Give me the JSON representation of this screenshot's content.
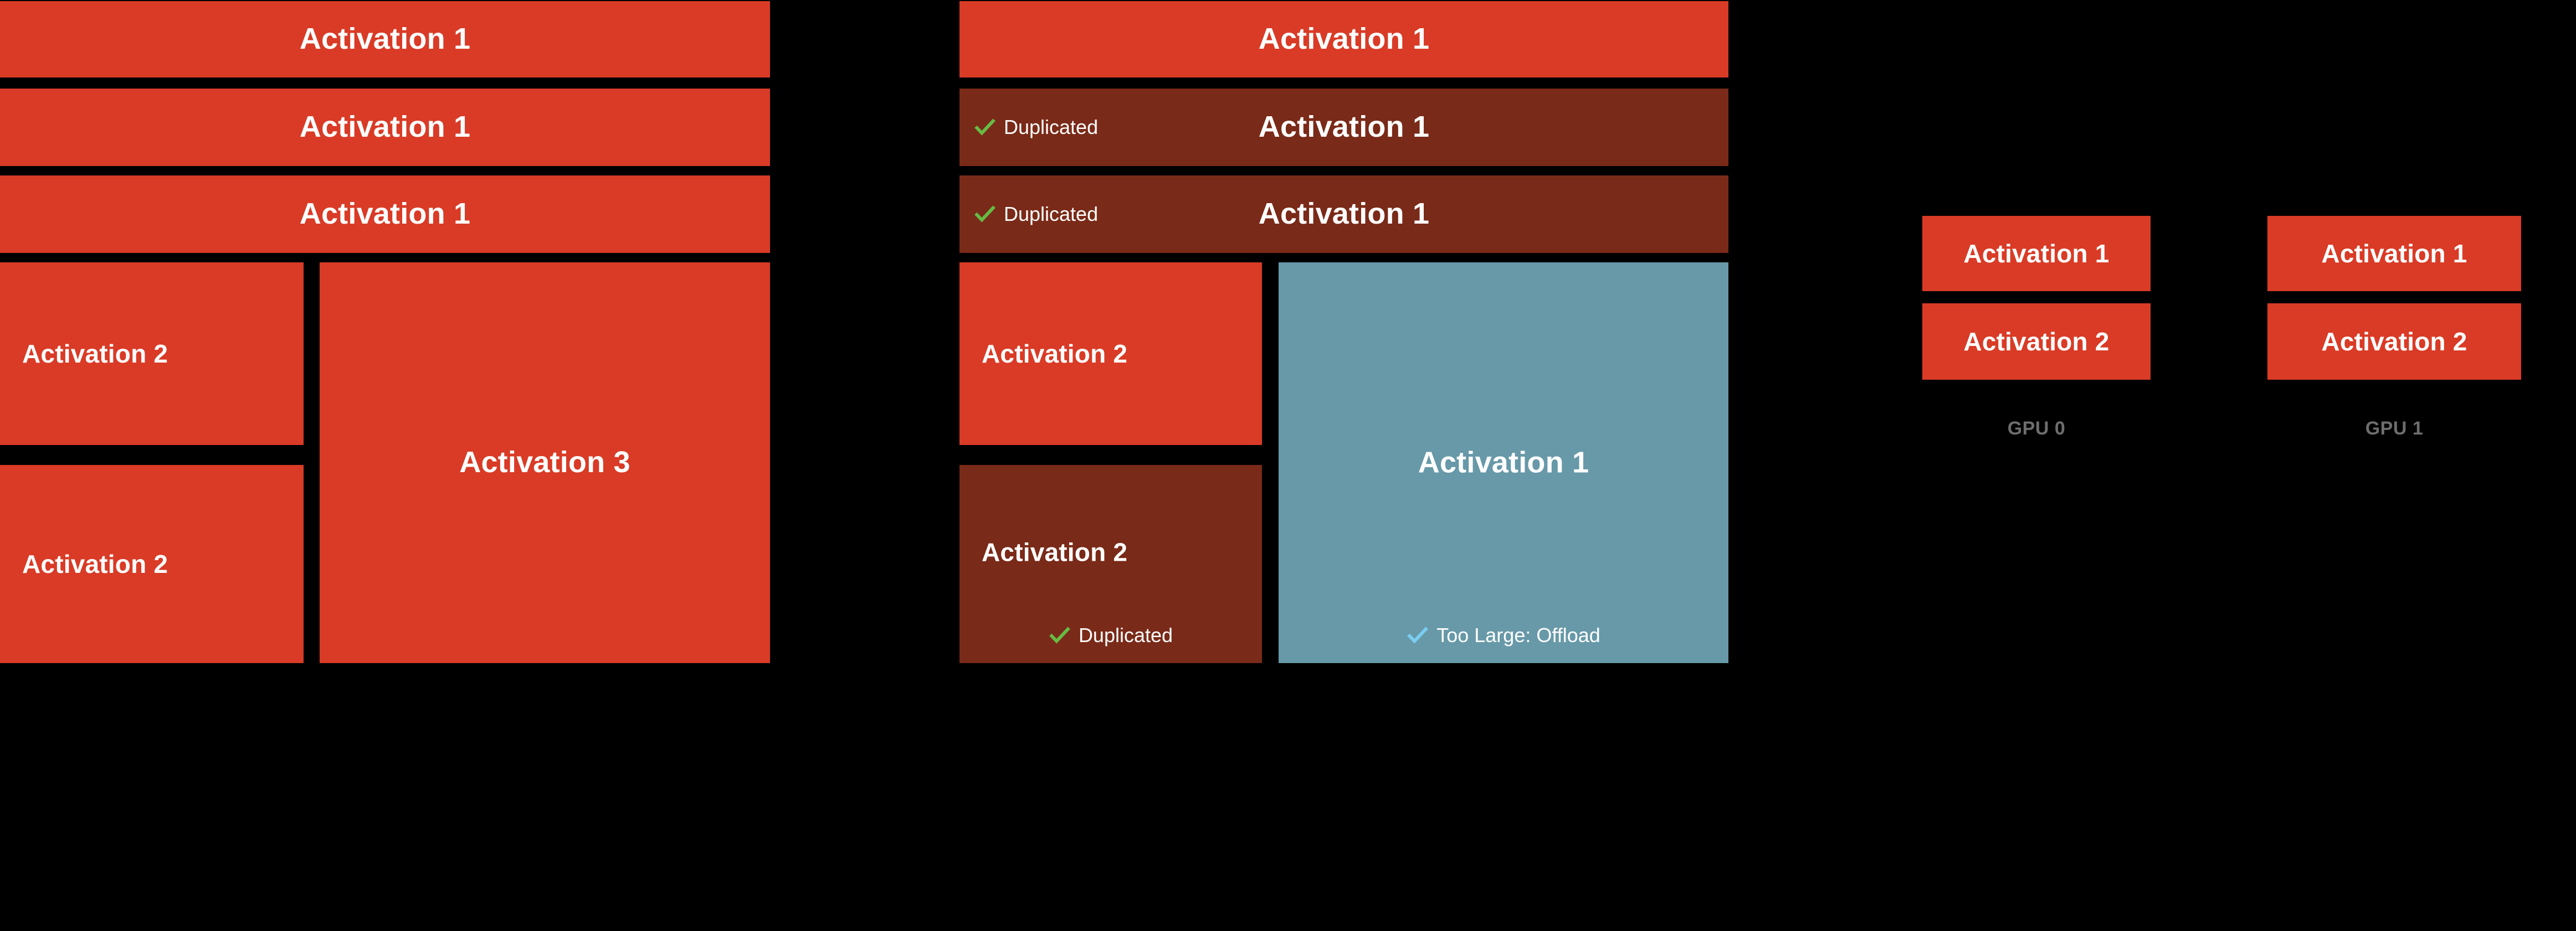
{
  "colors": {
    "background": "#000000",
    "activation_red": "#D93B26",
    "activation_dark_red": "#7A2A18",
    "offload_blue": "#6799A8",
    "duplicated_check": "#66BB44",
    "offload_check": "#7BCDF0",
    "label_text": "#FFFFFF",
    "gpu_label_text": "#6E6E6E"
  },
  "panels": {
    "left": {
      "blocks": [
        {
          "label": "Activation 1"
        },
        {
          "label": "Activation 1"
        },
        {
          "label": "Activation 1"
        },
        {
          "label": "Activation 2"
        },
        {
          "label": "Activation 2"
        },
        {
          "label": "Activation 3"
        }
      ]
    },
    "middle": {
      "blocks": [
        {
          "label": "Activation 1",
          "badge": null
        },
        {
          "label": "Activation 1",
          "badge": "Duplicated"
        },
        {
          "label": "Activation 1",
          "badge": "Duplicated"
        },
        {
          "label": "Activation 2",
          "badge": null
        },
        {
          "label": "Activation 2",
          "badge": "Duplicated"
        },
        {
          "label": "Activation 1",
          "badge": "Too Large: Offload"
        }
      ]
    },
    "right": {
      "gpus": [
        {
          "name": "GPU 0",
          "blocks": [
            {
              "label": "Activation 1"
            },
            {
              "label": "Activation 2"
            }
          ]
        },
        {
          "name": "GPU 1",
          "blocks": [
            {
              "label": "Activation 1"
            },
            {
              "label": "Activation 2"
            }
          ]
        }
      ]
    }
  }
}
